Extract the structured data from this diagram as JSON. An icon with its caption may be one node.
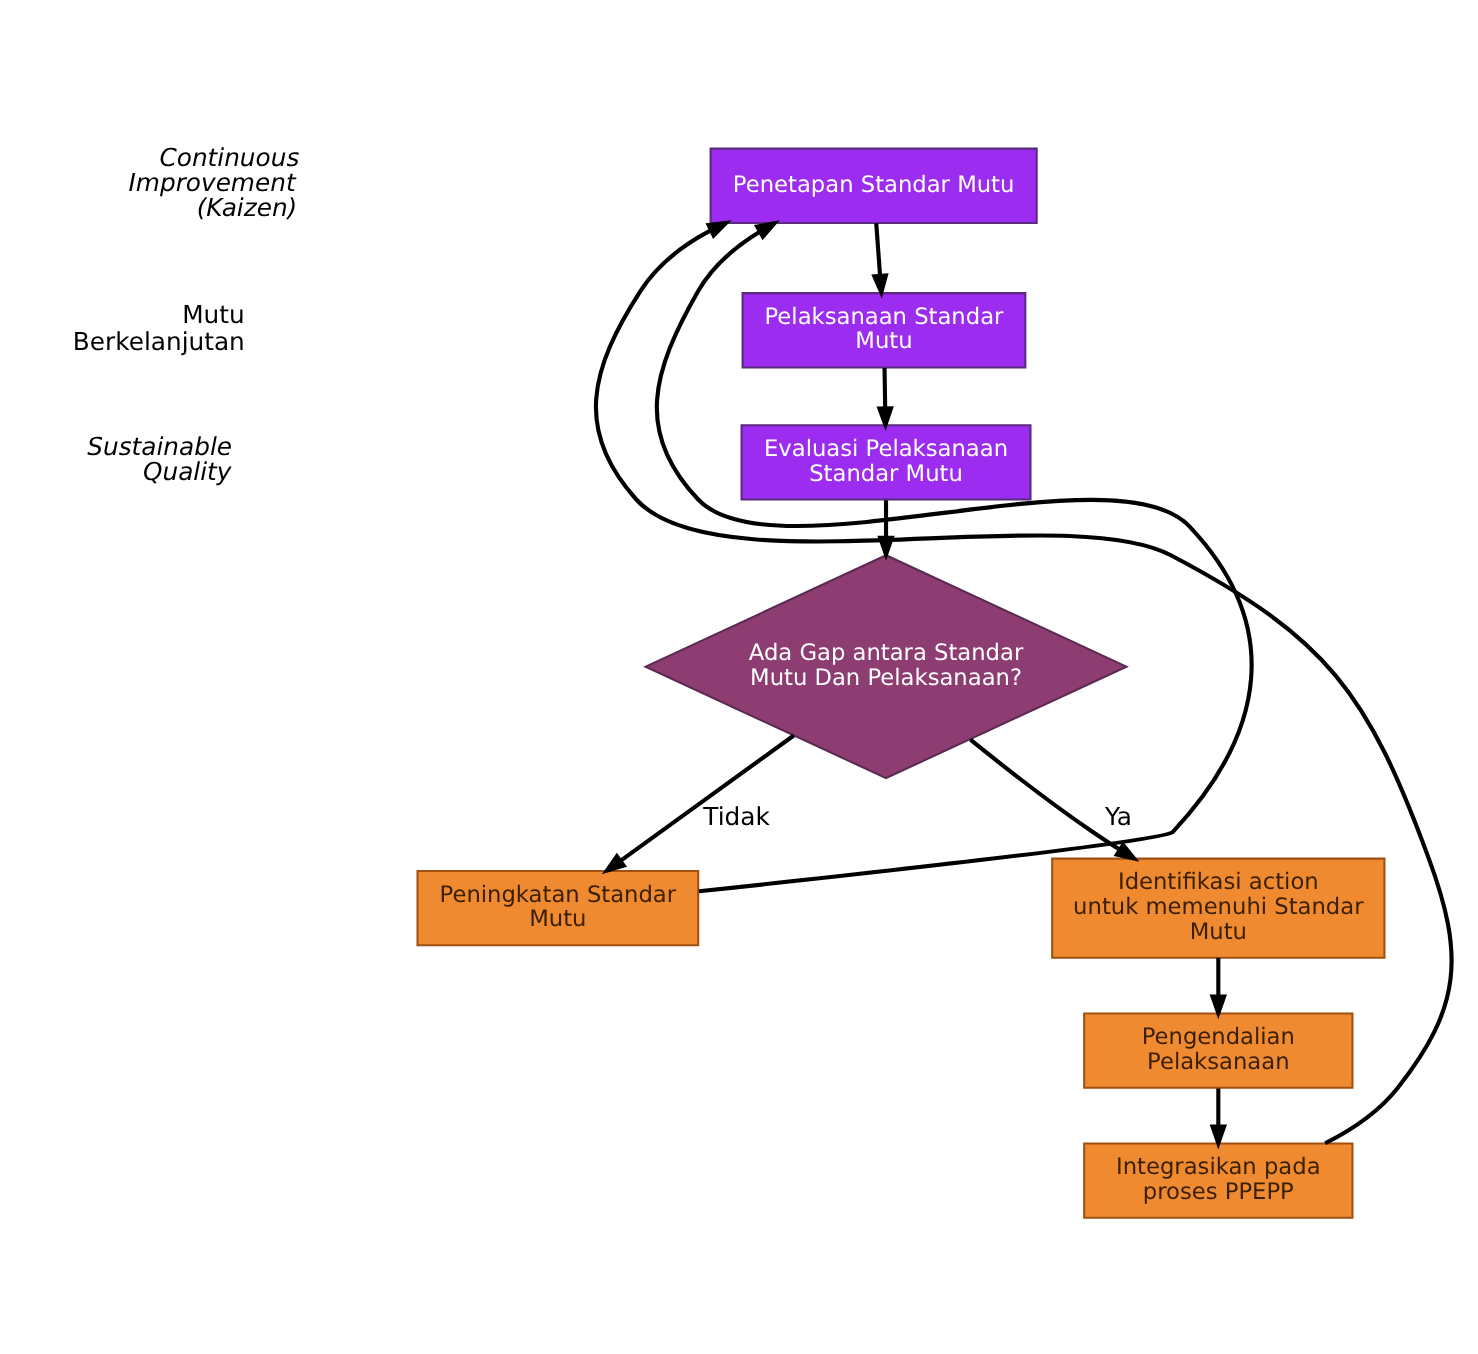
{
  "diagram": {
    "nodes": [
      {
        "text": [
          "Penetapan Standar Mutu"
        ]
      },
      {
        "text": [
          "Pelaksanaan Standar Mutu"
        ]
      },
      {
        "text": [
          "Evaluasi Pelaksanaan Standar Mutu"
        ]
      },
      {
        "text": [
          "Ada Gap antara Standar Mutu Dan Pelaksanaan?"
        ]
      },
      {
        "text": [
          "Identifikasi action untuk memenuhi Standar Mutu"
        ]
      },
      {
        "text": [
          "Pengendalian Pelaksanaan"
        ]
      },
      {
        "text": [
          "Integrasikan pada proses PPEPP"
        ]
      },
      {
        "text": [
          "Peningkatan Standar Mutu"
        ]
      }
    ],
    "edges": [
      {
        "from": 0,
        "to": 1,
        "arrow": "to"
      },
      {
        "from": 1,
        "to": 2,
        "arrow": "to"
      },
      {
        "from": 2,
        "to": 3,
        "arrow": "to"
      },
      {
        "from": 3,
        "to": 4,
        "arrow": "to",
        "label": "Ya"
      },
      {
        "from": 4,
        "to": 5,
        "arrow": "to"
      },
      {
        "from": 5,
        "to": 6,
        "arrow": "to"
      },
      {
        "from": 3,
        "to": 7,
        "arrow": "to",
        "label": "Tidak"
      },
      {
        "from": 7,
        "to": 0,
        "arrow": "to"
      },
      {
        "from": 6,
        "to": 0,
        "arrow": "to"
      }
    ],
    "labels": [
      "Continuous Improvement (Kaizen)",
      "Mutu Berkelanjutan",
      "Sustainable Quality"
    ]
  }
}
